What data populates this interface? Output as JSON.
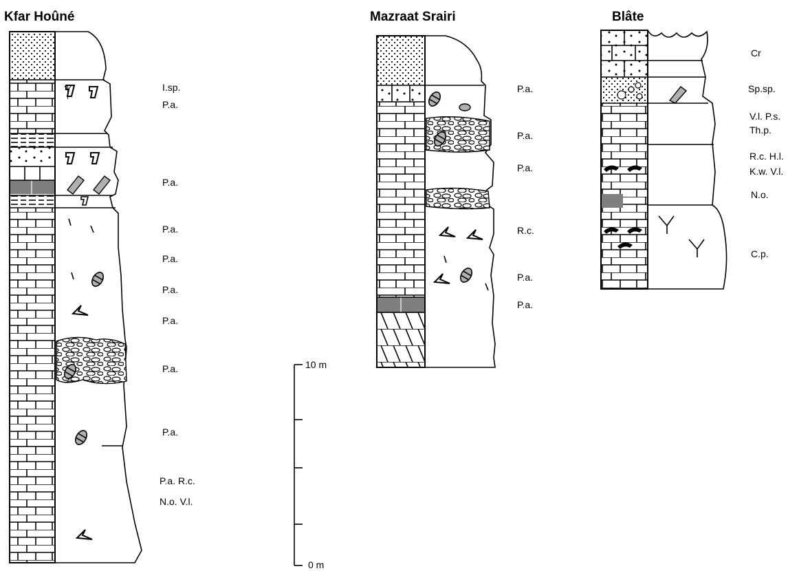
{
  "sections": [
    {
      "name": "Kfar Hoûné",
      "labels": [
        "I.sp.",
        "P.a.",
        "P.a.",
        "P.a.",
        "P.a.",
        "P.a.",
        "P.a.",
        "P.a.",
        "P.a.",
        "P.a. R.c.",
        "N.o. V.l."
      ]
    },
    {
      "name": "Mazraat Srairi",
      "labels": [
        "P.a.",
        "P.a.",
        "P.a.",
        "R.c.",
        "P.a.",
        "P.a."
      ]
    },
    {
      "name": "Blâte",
      "labels": [
        "Cr",
        "Sp.sp.",
        "V.l. P.s.",
        "Th.p.",
        "R.c. H.l.",
        "K.w. V.l.",
        "N.o.",
        "C.p."
      ]
    }
  ],
  "scale": {
    "top_label": "10 m",
    "bottom_label": "0 m"
  },
  "colors": {
    "ink": "#000000",
    "fill_grey": "#7f7f7f",
    "symbol_grey": "#b0b0b0",
    "paper": "#ffffff"
  }
}
